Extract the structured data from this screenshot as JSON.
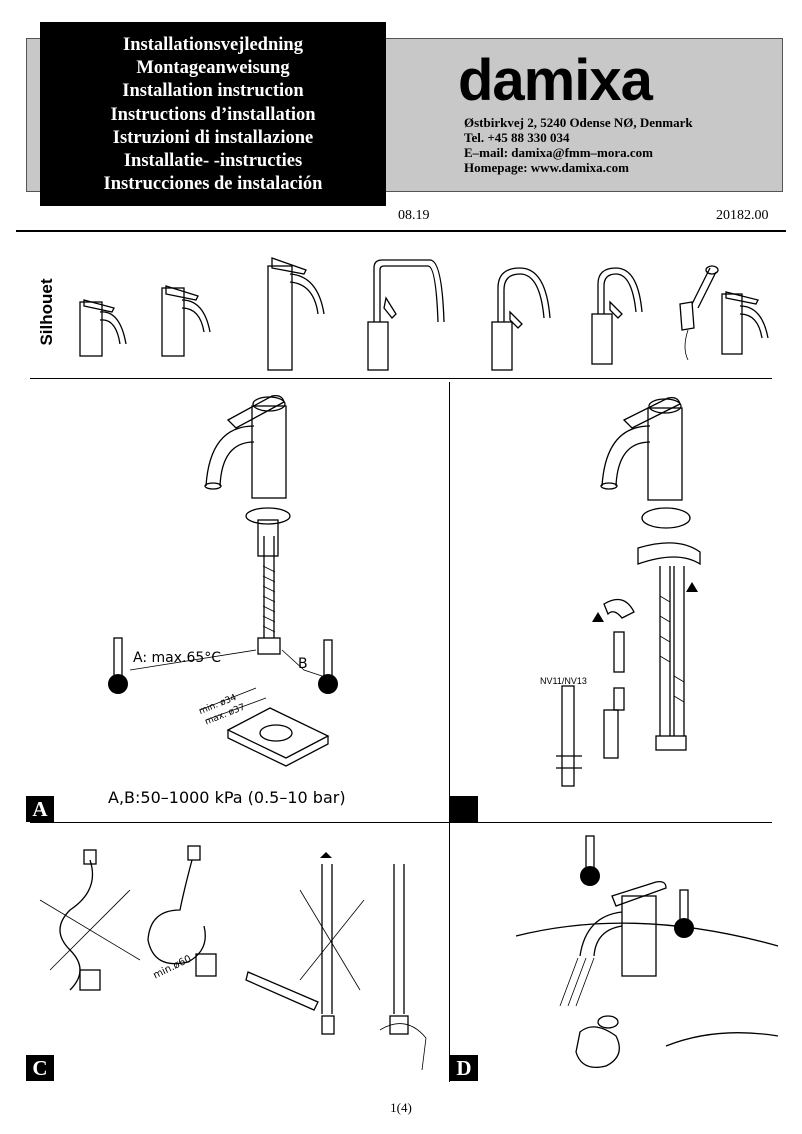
{
  "header": {
    "titles": [
      "Installationsvejledning",
      "Montageanweisung",
      "Installation instruction",
      "Instructions d’installation",
      "Istruzioni di installazione",
      "Installatie- -instructies",
      "Instrucciones de instalación"
    ],
    "brand": "damixa",
    "address_lines": [
      "Østbirkvej 2, 5240 Odense NØ, Denmark",
      "Tel. +45 88 330 034",
      "E–mail: damixa@fmm–mora.com",
      "Homepage: www.damixa.com"
    ],
    "date": "08.19",
    "doc_number": "20182.00"
  },
  "silhouet_label": "Silhouet",
  "panel_a": {
    "tag": "A",
    "temp_label": "A:  max.65°C",
    "b_label": "B",
    "min_label": "min. ø34",
    "max_label": "max. ø37",
    "pressure_label": "A,B:50–1000 kPa (0.5–10 bar)"
  },
  "panel_b": {
    "tool_label": "NV11/NV13"
  },
  "panel_c": {
    "tag": "C",
    "bend_label": "min.ø60"
  },
  "panel_d": {
    "tag": "D"
  },
  "footer": {
    "page": "1(4)"
  }
}
